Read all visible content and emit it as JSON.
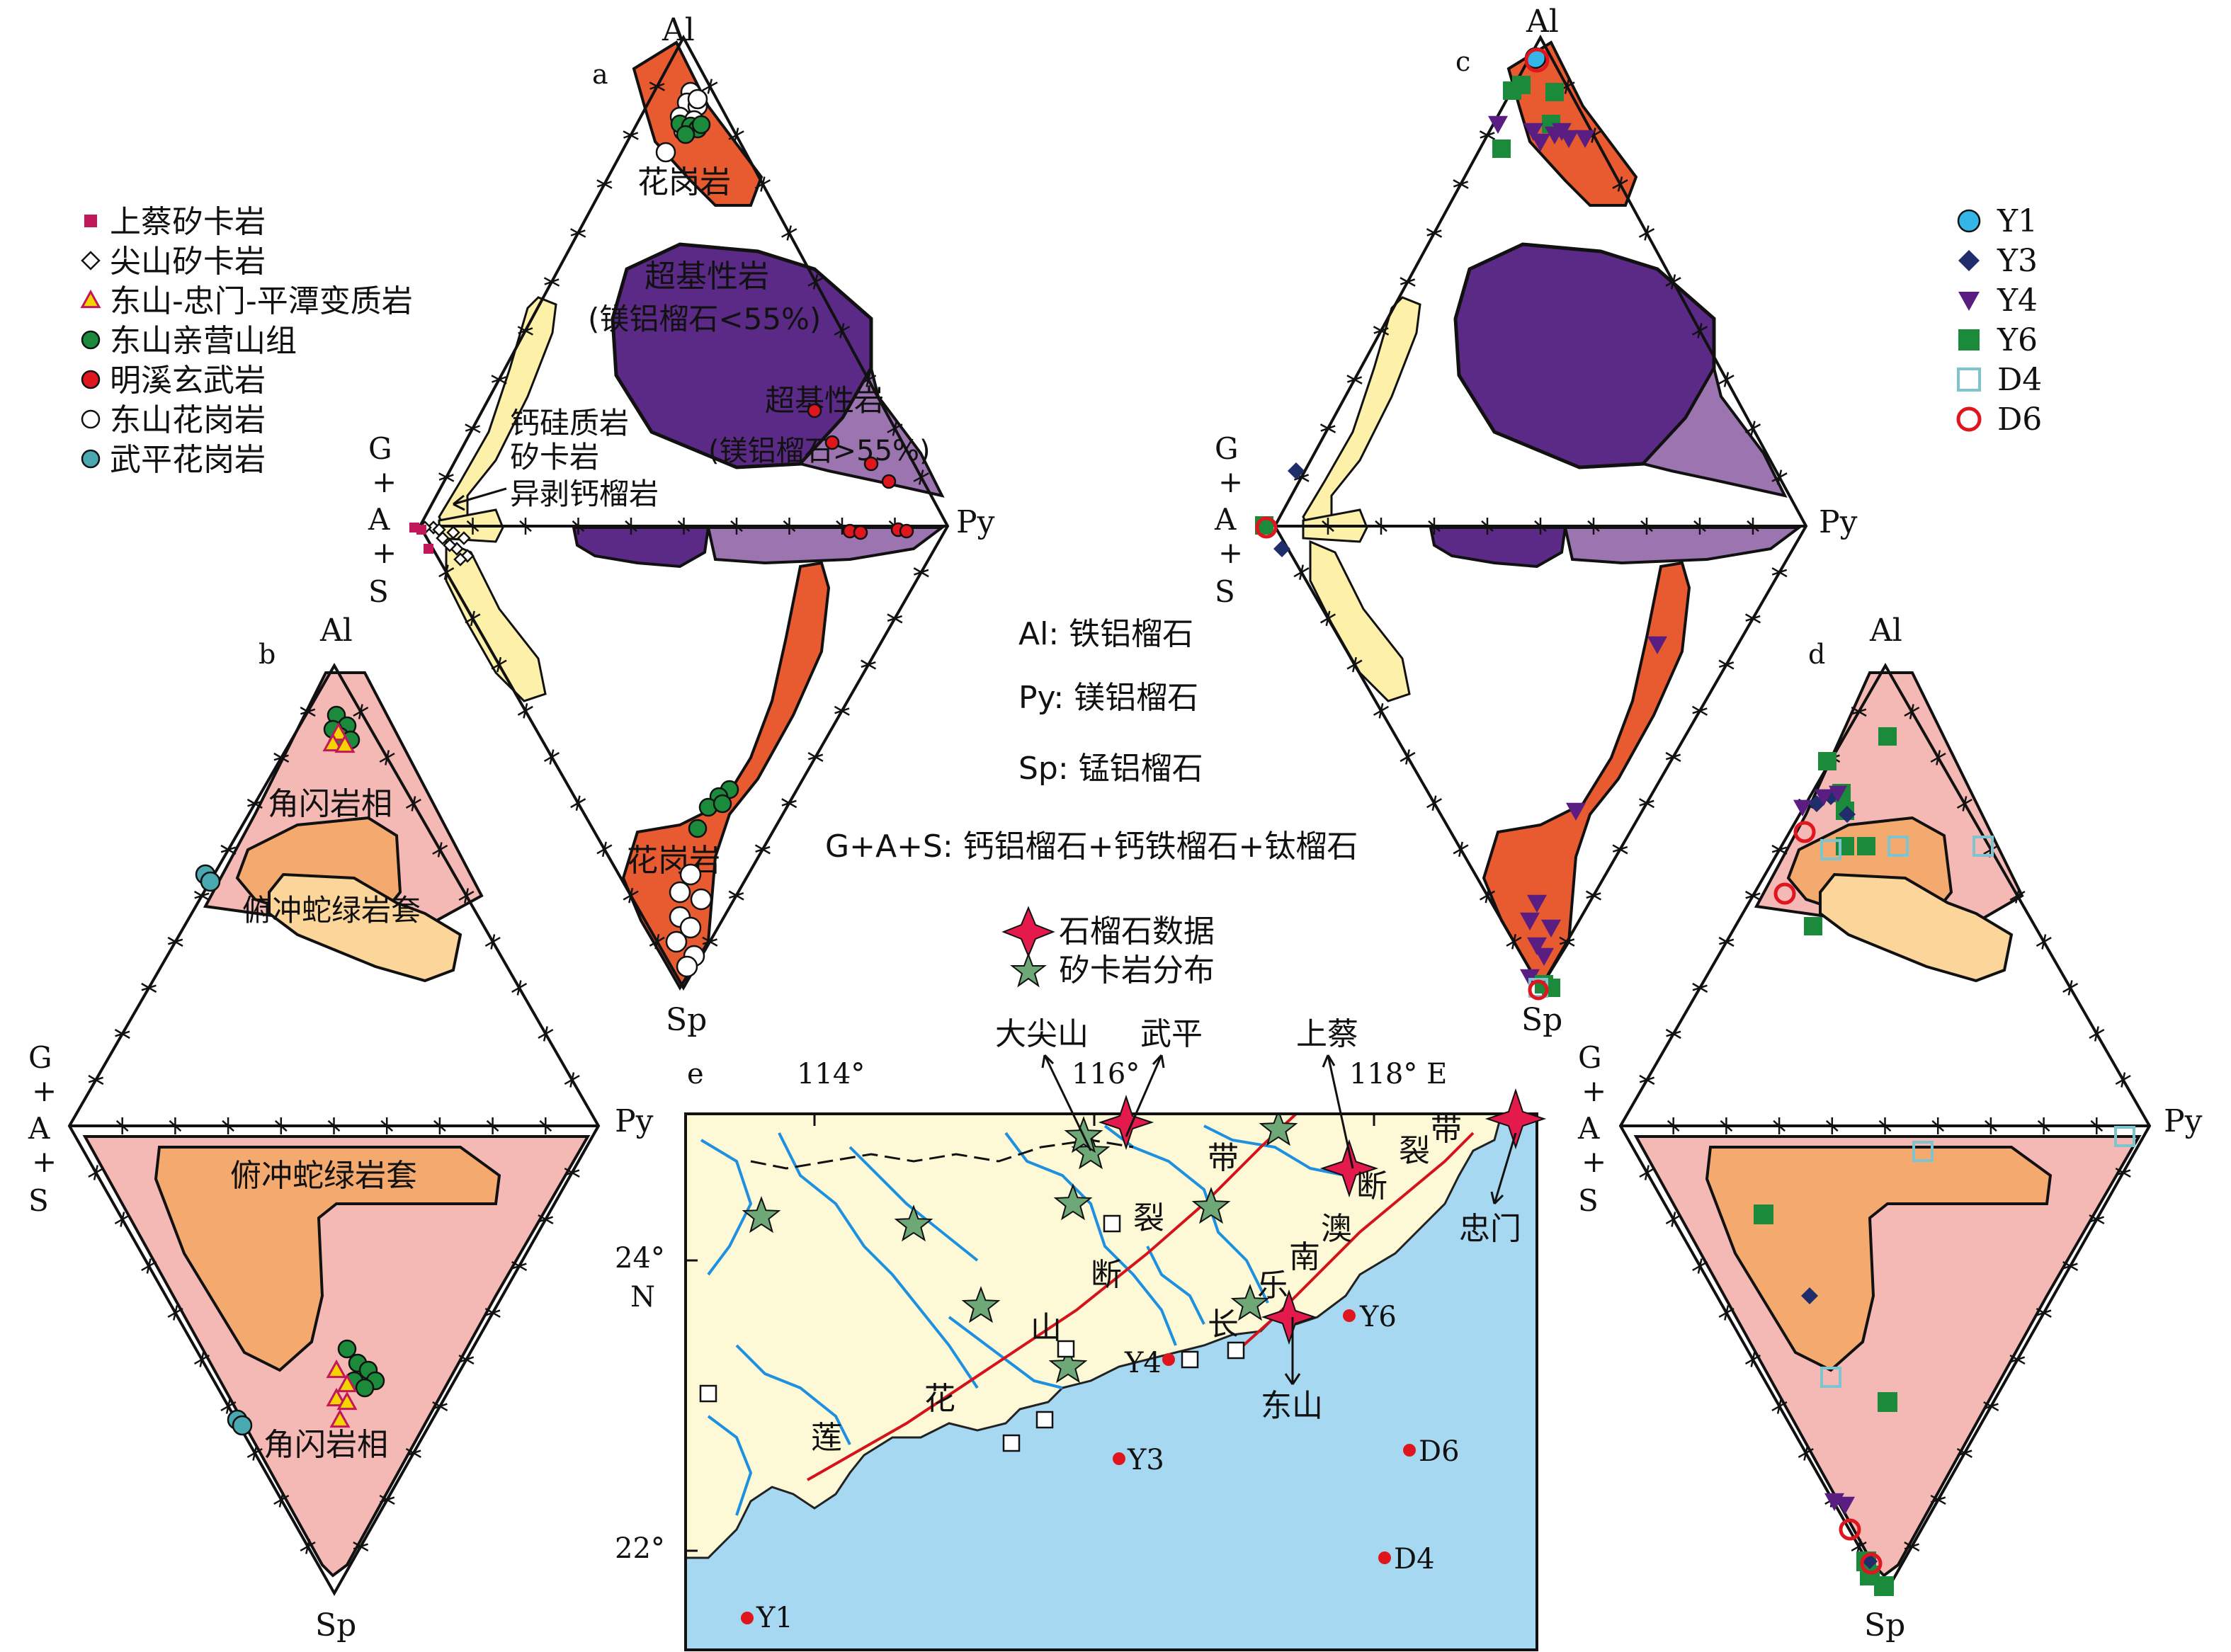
{
  "panels": {
    "a": {
      "label": "a",
      "top": "Al",
      "right": "Py",
      "bottom": "Sp",
      "left_lines": [
        "G",
        "+",
        "A",
        "+",
        "S"
      ],
      "fields": {
        "granite_top": "花岗岩",
        "ultrabasic_low": "超基性岩",
        "ultrabasic_low_note": "(镁铝榴石<55%)",
        "ultrabasic_high": "超基性岩",
        "ultrabasic_high_note": "(镁铝榴石>55%)",
        "calc_silicate": "钙硅质岩",
        "skarn": "矽卡岩",
        "rodingite": "异剥钙榴岩",
        "granite_bottom": "花岗岩"
      }
    },
    "b": {
      "label": "b",
      "top": "Al",
      "right": "Py",
      "bottom": "Sp",
      "left_lines": [
        "G",
        "+",
        "A",
        "+",
        "S"
      ],
      "fields": {
        "amphibolite_top": "角闪岩相",
        "subduction_top": "俯冲蛇绿岩套",
        "subduction_bottom": "俯冲蛇绿岩套",
        "amphibolite_bottom": "角闪岩相"
      }
    },
    "c": {
      "label": "c",
      "top": "Al",
      "right": "Py",
      "bottom": "Sp",
      "left_lines": [
        "G",
        "+",
        "A",
        "+",
        "S"
      ]
    },
    "d": {
      "label": "d",
      "top": "Al",
      "right": "Py",
      "bottom": "Sp",
      "left_lines": [
        "G",
        "+",
        "A",
        "+",
        "S"
      ]
    }
  },
  "legend_left": [
    {
      "label": "上蔡矽卡岩",
      "symbol": "square",
      "color": "#c2185b"
    },
    {
      "label": "尖山矽卡岩",
      "symbol": "diamond-open",
      "color": "#555555"
    },
    {
      "label": "东山-忠门-平潭变质岩",
      "symbol": "triangle",
      "color": "#f5d400"
    },
    {
      "label": "东山亲营山组",
      "symbol": "circle",
      "color": "#1b8a3a"
    },
    {
      "label": "明溪玄武岩",
      "symbol": "circle",
      "color": "#e0161e"
    },
    {
      "label": "东山花岗岩",
      "symbol": "circle-open",
      "color": "#ffffff"
    },
    {
      "label": "武平花岗岩",
      "symbol": "circle",
      "color": "#4aa8b0"
    }
  ],
  "legend_right": [
    {
      "label": "Y1",
      "symbol": "circle",
      "color": "#35b6e8"
    },
    {
      "label": "Y3",
      "symbol": "diamond",
      "color": "#1f2d6b"
    },
    {
      "label": "Y4",
      "symbol": "triangle-down",
      "color": "#5a1e82"
    },
    {
      "label": "Y6",
      "symbol": "square",
      "color": "#1b8a3a"
    },
    {
      "label": "D4",
      "symbol": "square-open",
      "color": "#7ec4cf"
    },
    {
      "label": "D6",
      "symbol": "circle-open",
      "color": "#e0161e"
    }
  ],
  "definitions": [
    "Al: 铁铝榴石",
    "Py: 镁铝榴石",
    "Sp: 锰铝榴石",
    "G+A+S: 钙铝榴石+钙铁榴石+钛榴石"
  ],
  "map": {
    "label": "e",
    "legend": [
      {
        "label": "石榴石数据",
        "symbol": "star4"
      },
      {
        "label": "矽卡岩分布",
        "symbol": "star5"
      }
    ],
    "lon_ticks": [
      "114°",
      "116°",
      "118° E"
    ],
    "lat_ticks": [
      "24°",
      "N",
      "22°"
    ],
    "places": {
      "dajianshan": "大尖山",
      "wuping": "武平",
      "shangcai": "上蔡",
      "dongshan": "东山",
      "zhongmen": "忠门"
    },
    "fault_inland": [
      "莲",
      "花",
      "山",
      "断",
      "裂",
      "带"
    ],
    "fault_coastal": [
      "长",
      "乐",
      "南",
      "澳",
      "断",
      "裂",
      "带"
    ],
    "stations": [
      "Y1",
      "Y3",
      "Y4",
      "Y6",
      "D4",
      "D6"
    ]
  },
  "colors": {
    "granite": "#e85a30",
    "ultrabasic_dark": "#5b2a86",
    "ultrabasic_light": "#9b74b0",
    "skarn": "#fdf0a8",
    "amphibolite": "#f4b9b4",
    "subduction": "#f4aa6e",
    "sea": "#a7d8f2",
    "land": "#fdf8d6",
    "river": "#1e90e0",
    "fault": "#d4141c"
  }
}
